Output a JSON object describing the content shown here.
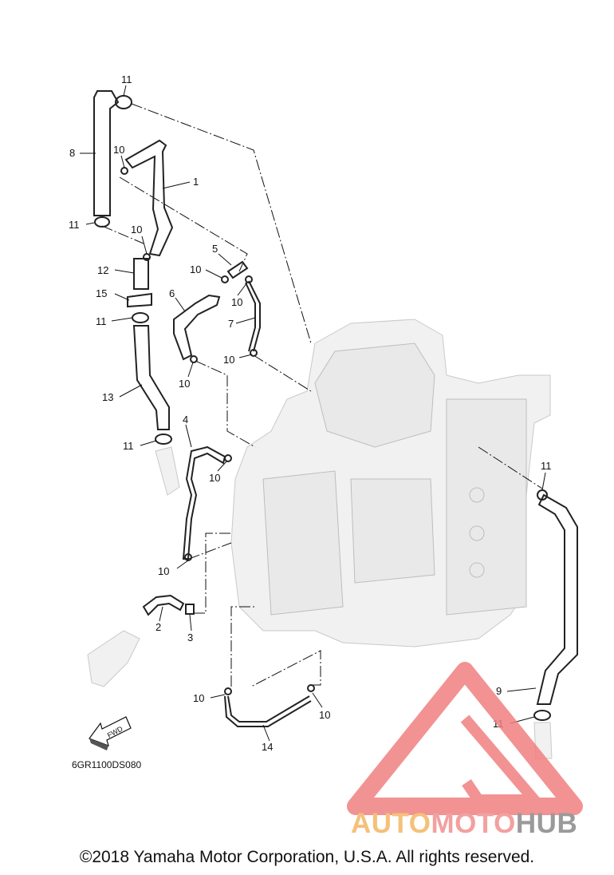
{
  "diagram": {
    "part_code": "6GR1100DS080",
    "fwd_label": "FWD",
    "callouts": {
      "c1": "1",
      "c2": "2",
      "c3": "3",
      "c4": "4",
      "c5": "5",
      "c6": "6",
      "c7": "7",
      "c8": "8",
      "c9": "9",
      "c12": "12",
      "c13": "13",
      "c14": "14",
      "c15": "15",
      "c10_a": "10",
      "c10_b": "10",
      "c10_c": "10",
      "c10_d": "10",
      "c10_e": "10",
      "c10_f": "10",
      "c10_g": "10",
      "c10_h": "10",
      "c10_i": "10",
      "c10_j": "10",
      "c11_a": "11",
      "c11_b": "11",
      "c11_c": "11",
      "c11_d": "11",
      "c11_e": "11",
      "c11_f": "11"
    }
  },
  "watermark": {
    "auto": "AUTO",
    "moto": "MOTO",
    "hub": "HUB"
  },
  "copyright": "©2018 Yamaha Motor Corporation, U.S.A. All rights reserved.",
  "colors": {
    "ink": "#111111",
    "ghost": "#c9c9c9",
    "logo_red": "#f08080",
    "logo_orange": "#f6c07a",
    "logo_gray": "#9a9a9a"
  }
}
